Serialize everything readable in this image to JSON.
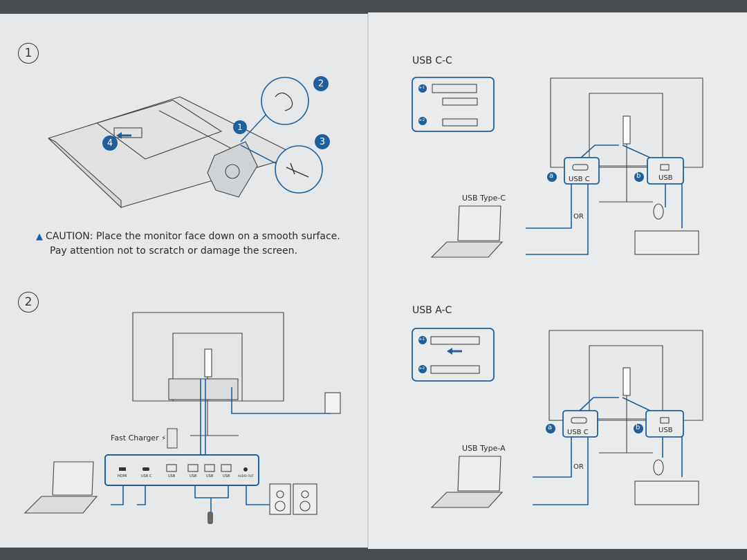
{
  "left_page": {
    "step1_num": "1",
    "step2_num": "2",
    "callout_1": "1",
    "callout_2": "2",
    "callout_3": "3",
    "callout_4": "4",
    "caution_line1": "CAUTION: Place the monitor face down on a smooth surface.",
    "caution_line2": "Pay attention not to scratch or damage the screen.",
    "fast_charger_label": "Fast Charger",
    "port_labels": [
      "HDMI",
      "USB C",
      "USB",
      "USB",
      "USB",
      "USB",
      "AUDIO OUT"
    ]
  },
  "right_page": {
    "usb_cc_title": "USB C-C",
    "usb_ac_title": "USB A-C",
    "badge_a1": "a-1",
    "badge_a2": "a-2",
    "port_a": "a",
    "port_b": "b",
    "usb_c_label": "USB C",
    "usb_label": "USB",
    "usb_type_c": "USB Type-C",
    "usb_type_a": "USB Type-A",
    "or_label": "OR"
  },
  "colors": {
    "accent_blue": "#1e5f9e",
    "paper": "#e6e8ea",
    "background": "#4a4d4f"
  }
}
